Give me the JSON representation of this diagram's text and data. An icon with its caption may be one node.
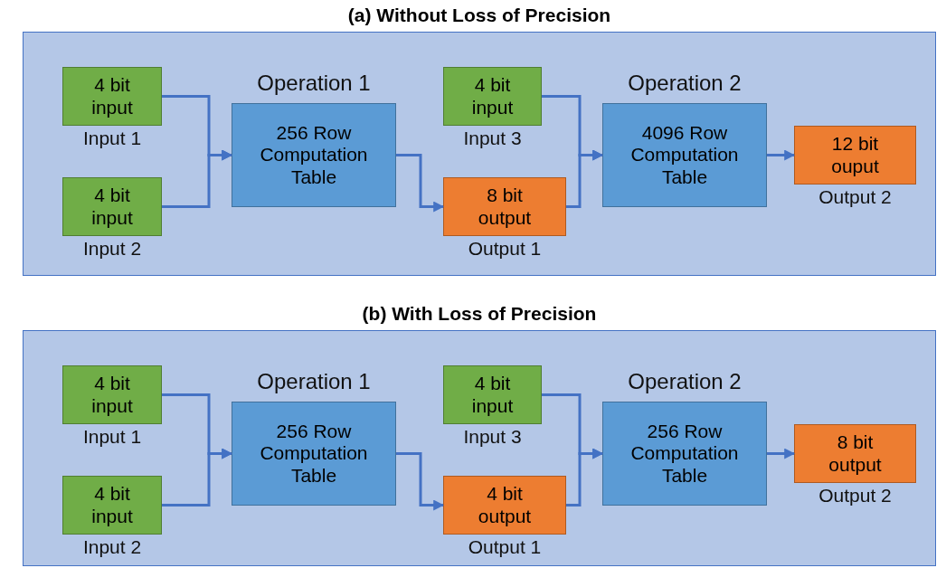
{
  "diagram": {
    "nodes": [
      {
        "text": [
          "(a) Without Loss of Precision"
        ]
      },
      {
        "text": [
          "4 bit input"
        ],
        "beside": [
          "Input 1"
        ],
        "in": 0
      },
      {
        "text": [
          "4 bit input"
        ],
        "beside": [
          "Input 2"
        ],
        "in": 0
      },
      {
        "text": [
          "Operation 1",
          "256 Row Computation Table"
        ],
        "in": 0
      },
      {
        "text": [
          "4 bit input"
        ],
        "beside": [
          "Input 3"
        ],
        "in": 0
      },
      {
        "text": [
          "8 bit output"
        ],
        "beside": [
          "Output 1"
        ],
        "in": 0
      },
      {
        "text": [
          "Operation 2",
          "4096 Row Computation Table"
        ],
        "in": 0
      },
      {
        "text": [
          "12 bit ouput"
        ],
        "beside": [
          "Output 2"
        ],
        "in": 0
      },
      {
        "text": [
          "(b) With Loss of Precision"
        ]
      },
      {
        "text": [
          "4 bit input"
        ],
        "beside": [
          "Input 1"
        ],
        "in": 8
      },
      {
        "text": [
          "4 bit input"
        ],
        "beside": [
          "Input 2"
        ],
        "in": 8
      },
      {
        "text": [
          "Operation 1",
          "256 Row Computation Table"
        ],
        "in": 8
      },
      {
        "text": [
          "4 bit input"
        ],
        "beside": [
          "Input 3"
        ],
        "in": 8
      },
      {
        "text": [
          "4 bit output"
        ],
        "beside": [
          "Output 1"
        ],
        "in": 8
      },
      {
        "text": [
          "Operation 2",
          "256 Row Computation Table"
        ],
        "in": 8
      },
      {
        "text": [
          "8 bit output"
        ],
        "beside": [
          "Output 2"
        ],
        "in": 8
      }
    ],
    "edges": [
      {
        "from": 1,
        "to": 3,
        "arrow": "to"
      },
      {
        "from": 2,
        "to": 3,
        "arrow": "to"
      },
      {
        "from": 3,
        "to": 5,
        "arrow": "to"
      },
      {
        "from": 4,
        "to": 6,
        "arrow": "to"
      },
      {
        "from": 5,
        "to": 6,
        "arrow": "to"
      },
      {
        "from": 6,
        "to": 7,
        "arrow": "to"
      },
      {
        "from": 9,
        "to": 11,
        "arrow": "to"
      },
      {
        "from": 10,
        "to": 11,
        "arrow": "to"
      },
      {
        "from": 11,
        "to": 13,
        "arrow": "to"
      },
      {
        "from": 12,
        "to": 14,
        "arrow": "to"
      },
      {
        "from": 13,
        "to": 14,
        "arrow": "to"
      },
      {
        "from": 14,
        "to": 15,
        "arrow": "to"
      }
    ]
  }
}
